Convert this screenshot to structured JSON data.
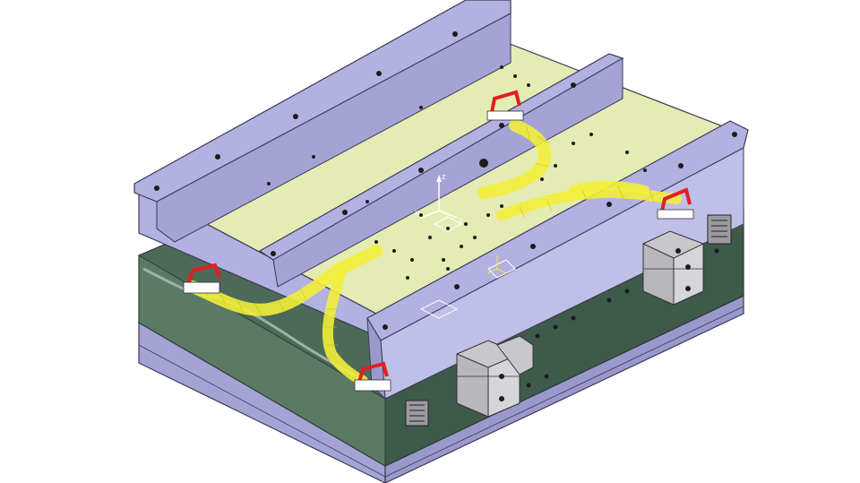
{
  "scene": {
    "description_free": true,
    "colors": {
      "background": "#ffffff",
      "steel_plate": "#b3b1e2",
      "steel_plate_dark": "#8f8dc6",
      "steel_edge": "#3a3a55",
      "inner_plate": "#e4ecb4",
      "green_plate": "#4d6a58",
      "green_plate_dark": "#3a5446",
      "yellow_part": "#f2ee3a",
      "red_handle": "#e02020",
      "block_grey": "#c8c8cc",
      "hole": "#1c1c1c"
    },
    "icons": {
      "compass": "xyz-compass-icon",
      "handles": "lifting-handle-icon",
      "blocks": "locking-block-icon",
      "connectors": "cooling-connector-icon"
    }
  },
  "axes": {
    "x": "x",
    "y": "y",
    "z": "z"
  }
}
